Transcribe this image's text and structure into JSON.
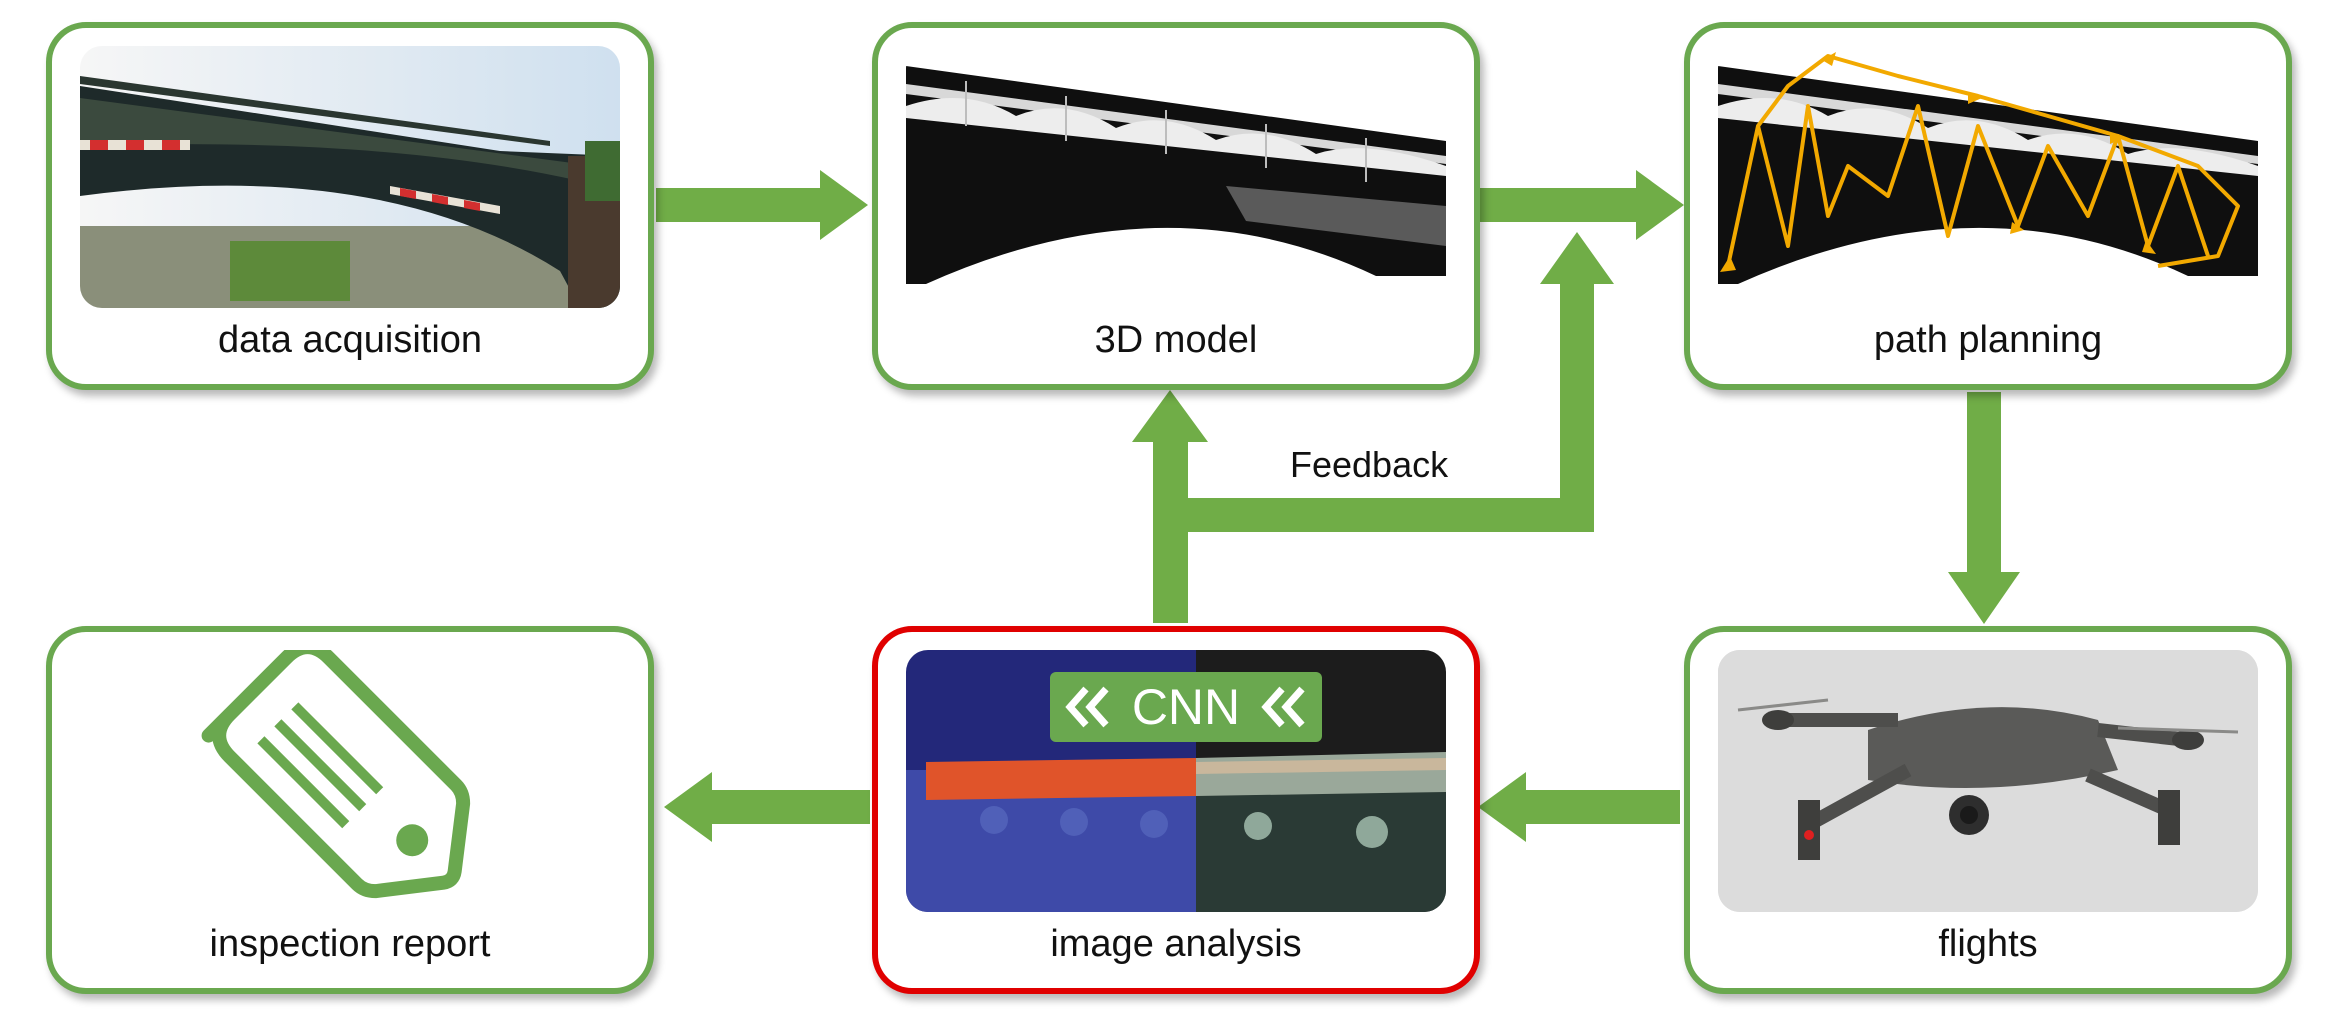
{
  "colors": {
    "arrow": "#70ad47",
    "border": "#6aa84f",
    "highlight_border": "#e00000"
  },
  "steps": {
    "data_acquisition": {
      "label": "data acquisition"
    },
    "model_3d": {
      "label": "3D model"
    },
    "path_planning": {
      "label": "path planning"
    },
    "flights": {
      "label": "flights"
    },
    "image_analysis": {
      "label": "image analysis",
      "badge": "CNN"
    },
    "inspection_report": {
      "label": "inspection report",
      "icon": "tag-icon"
    }
  },
  "feedback": {
    "label": "Feedback"
  }
}
